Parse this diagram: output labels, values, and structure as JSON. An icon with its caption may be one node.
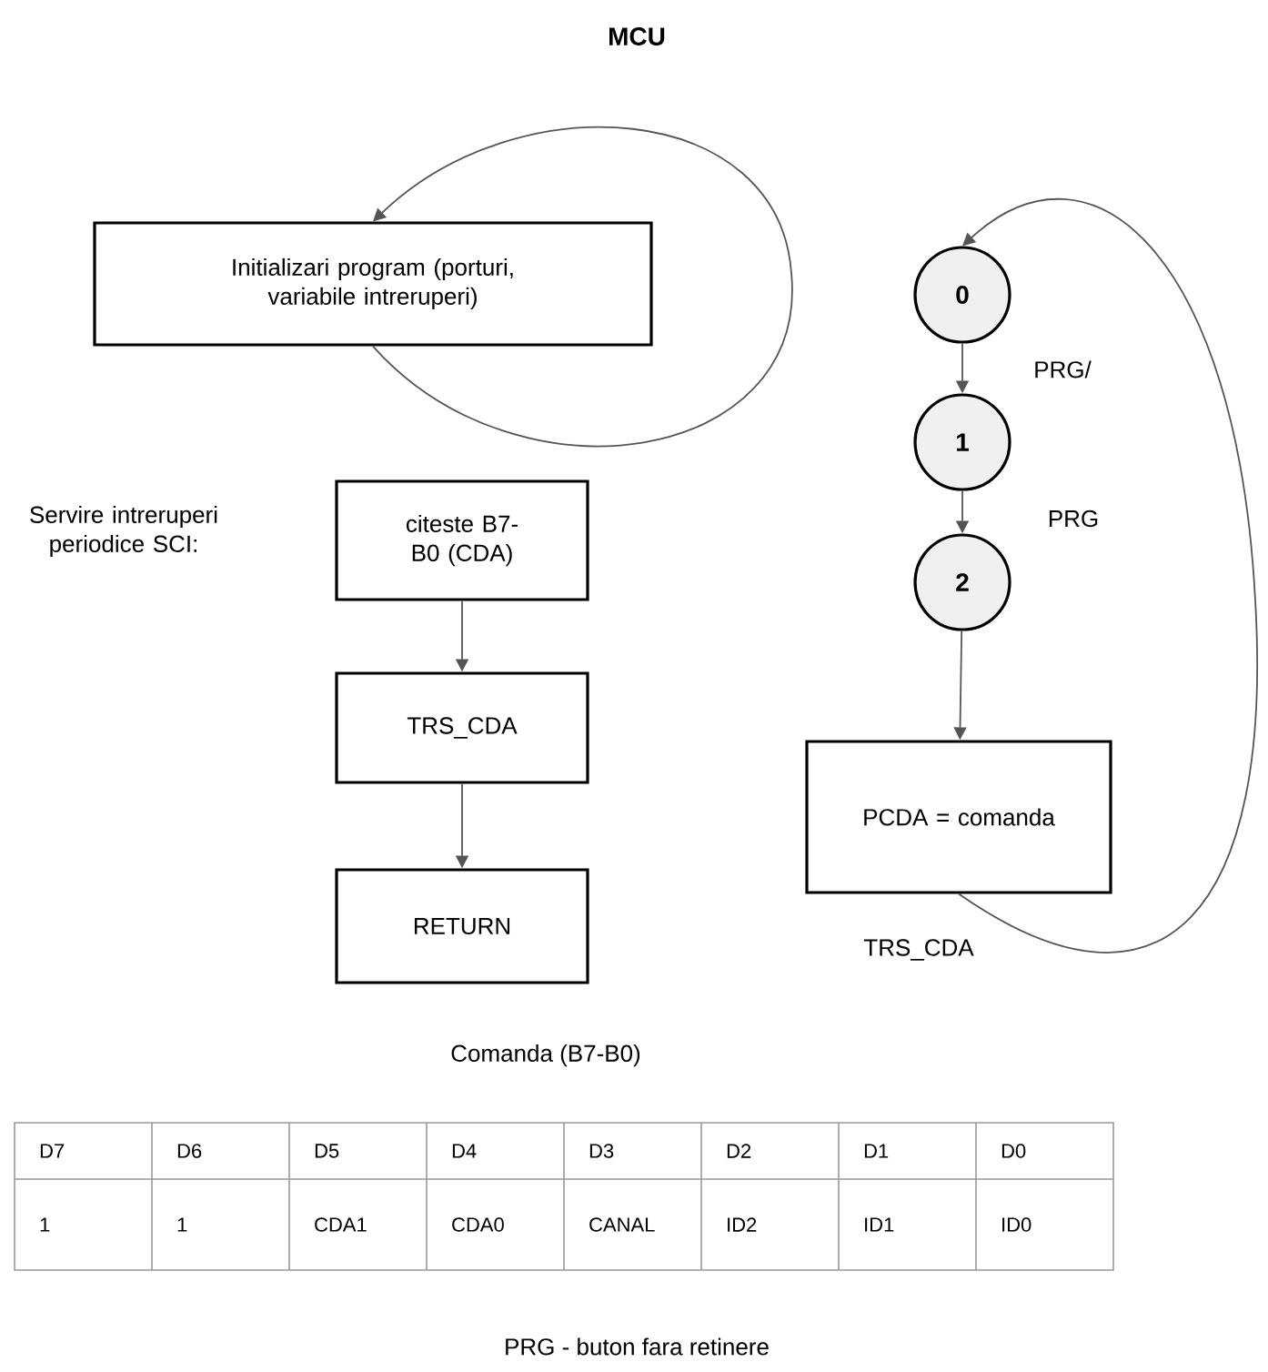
{
  "diagram": {
    "title": "MCU",
    "nodes": [
      {
        "text": [
          "Initializari program (porturi, variabile intreruperi)"
        ]
      },
      {
        "text": [
          "citeste B7-B0 (CDA)"
        ]
      },
      {
        "text": [
          "TRS_CDA"
        ]
      },
      {
        "text": [
          "RETURN"
        ]
      },
      {
        "text": [
          "0"
        ]
      },
      {
        "text": [
          "1"
        ]
      },
      {
        "text": [
          "2"
        ]
      },
      {
        "text": [
          "PCDA = comanda"
        ]
      }
    ],
    "edges": [
      {
        "from": 0,
        "to": 0,
        "arrow": "to"
      },
      {
        "from": 1,
        "to": 2,
        "arrow": "to"
      },
      {
        "from": 2,
        "to": 3,
        "arrow": "to"
      },
      {
        "from": 4,
        "to": 5,
        "arrow": "to",
        "label": "PRG/"
      },
      {
        "from": 5,
        "to": 6,
        "arrow": "to",
        "label": "PRG"
      },
      {
        "from": 6,
        "to": 7,
        "arrow": "to"
      },
      {
        "from": 7,
        "to": 4,
        "arrow": "to",
        "label": "TRS_CDA"
      }
    ],
    "labels": [
      "Servire intreruperi periodice SCI:",
      "Comanda (B7-B0)",
      "D7",
      "D6",
      "D5",
      "D4",
      "D3",
      "D2",
      "D1",
      "D0",
      "1",
      "1",
      "CDA1",
      "CDA0",
      "CANAL",
      "ID2",
      "ID1",
      "ID0"
    ],
    "caption": "PRG - buton fara retinere"
  }
}
